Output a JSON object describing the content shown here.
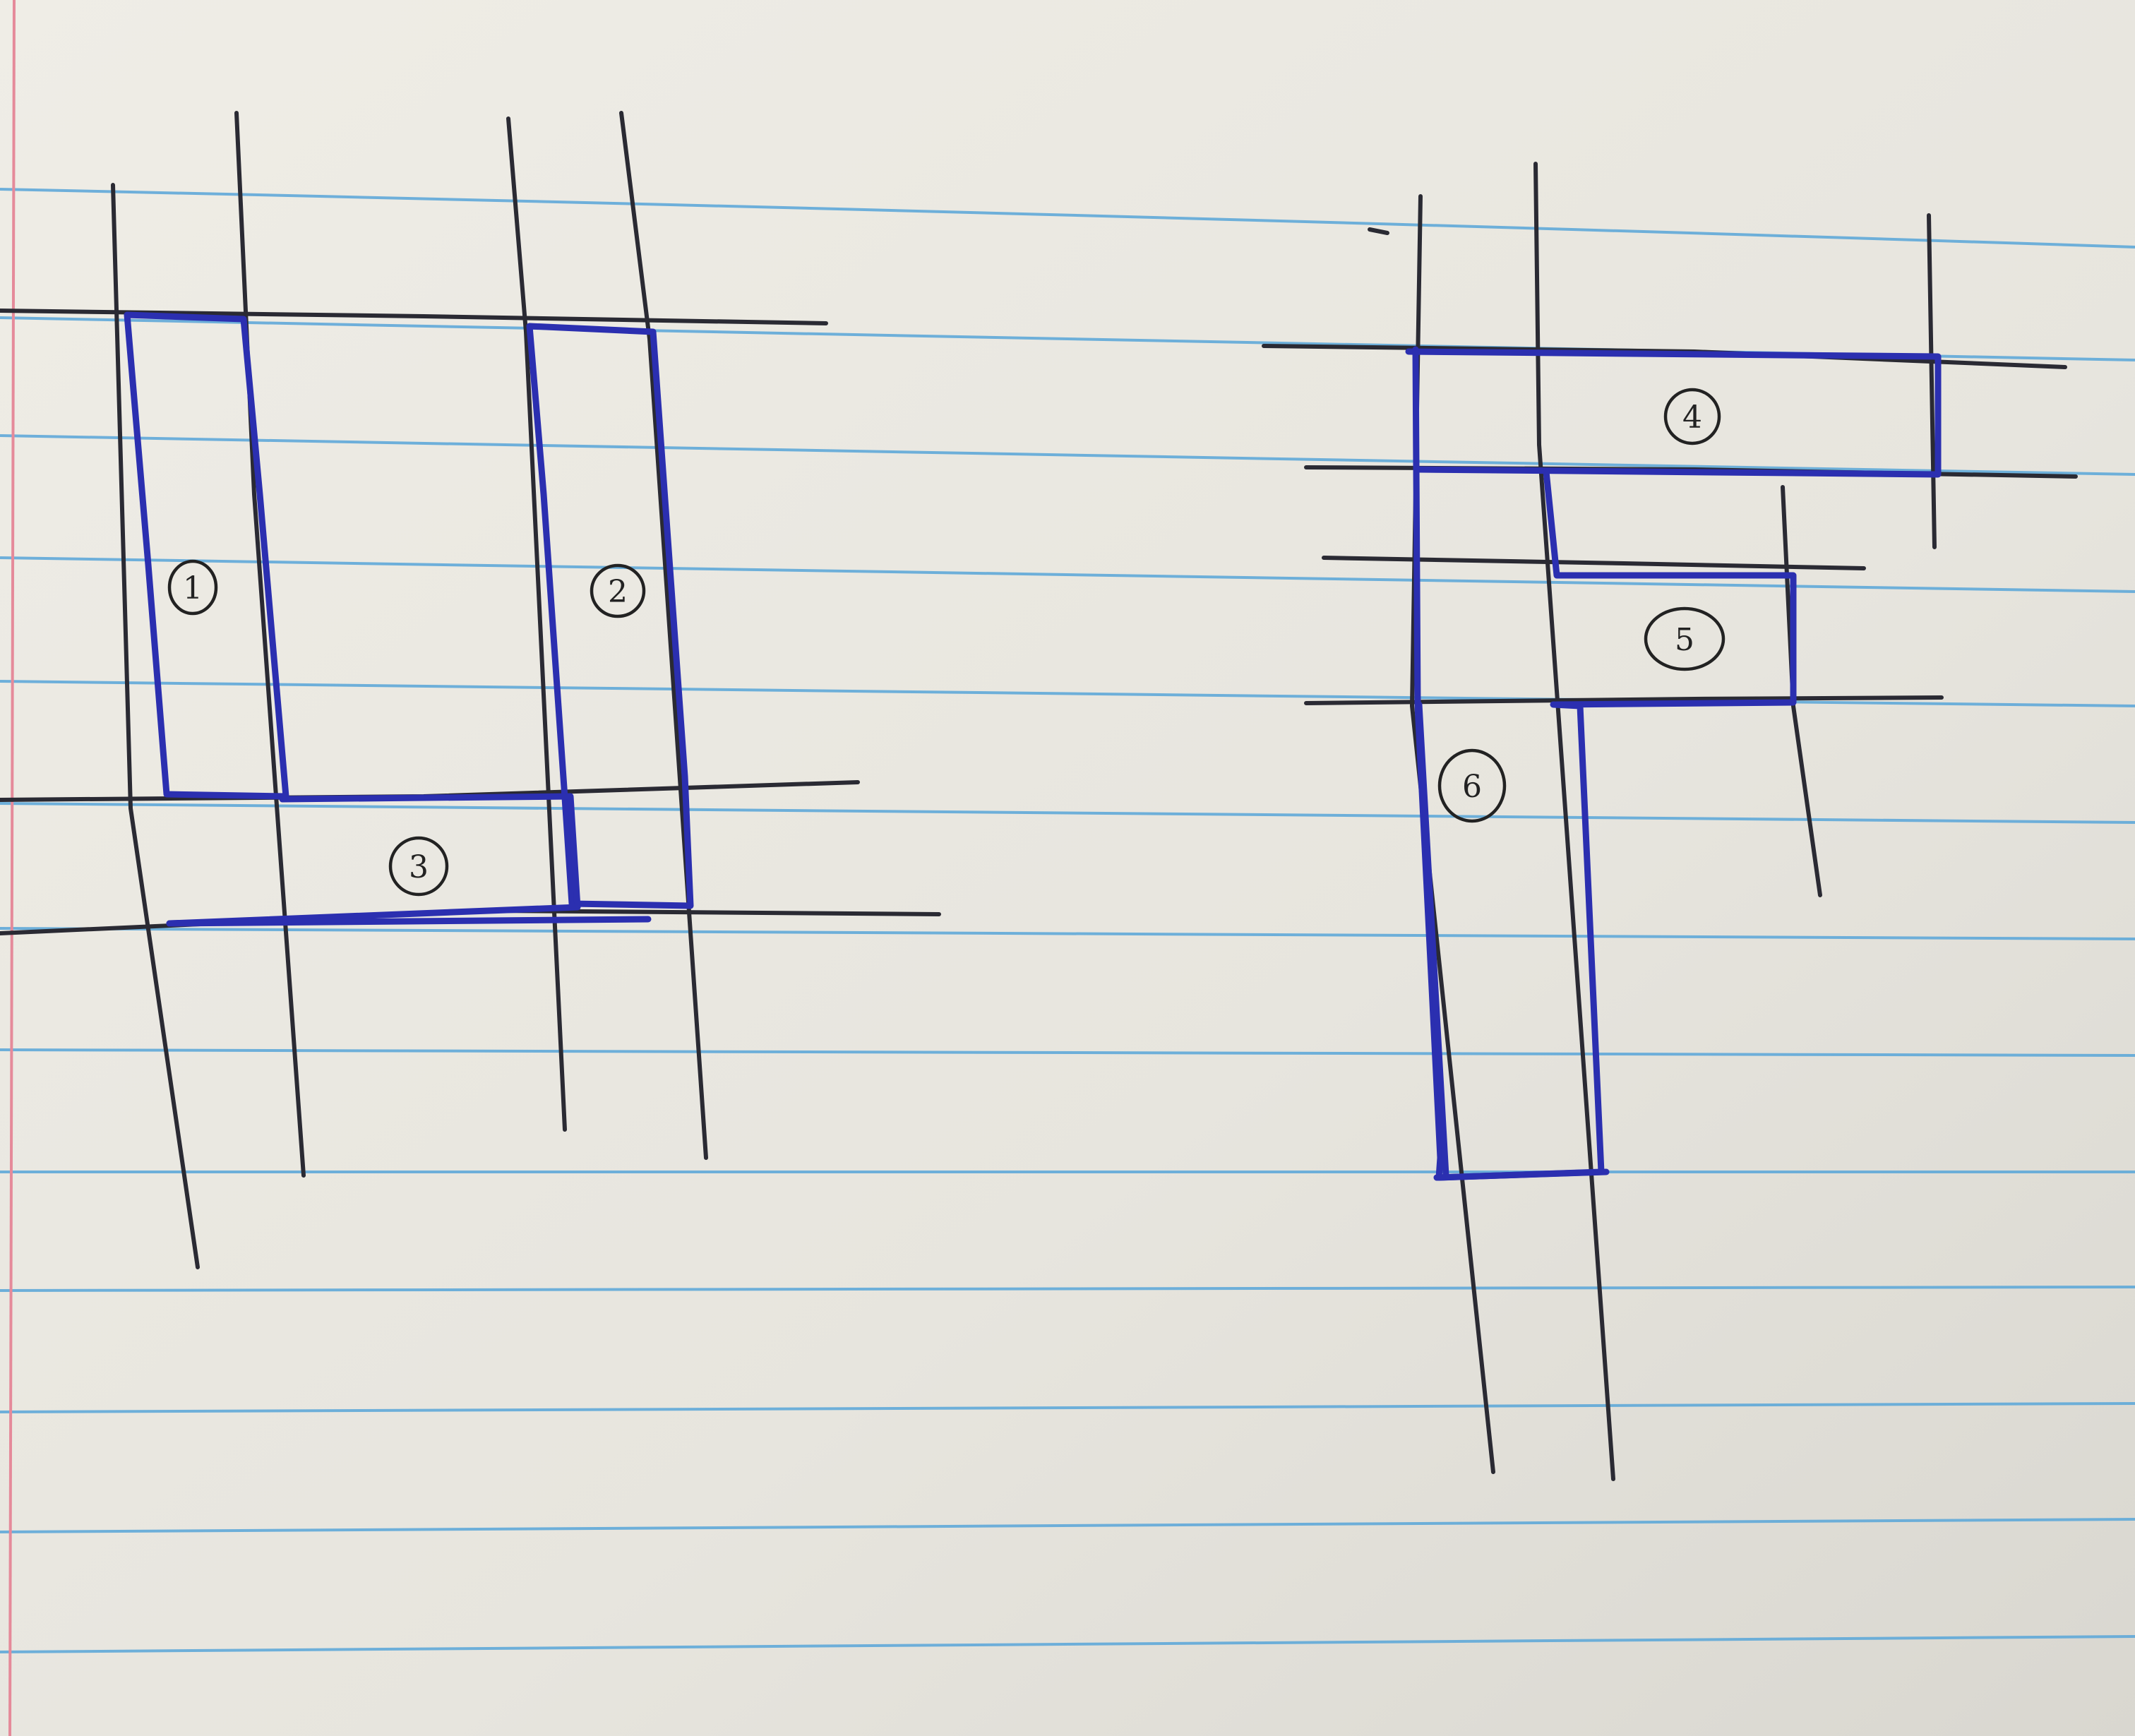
{
  "colors": {
    "paper": "#ebe9e2",
    "ruled_line": "#5fa8d8",
    "margin_line": "#e58a9a",
    "black_ink": "#2a2a33",
    "blue_ink": "#2b2fb0"
  },
  "regions": [
    {
      "id": "region-1",
      "label": "1",
      "ink": "blue"
    },
    {
      "id": "region-2",
      "label": "2",
      "ink": "blue"
    },
    {
      "id": "region-3",
      "label": "3",
      "ink": "blue"
    },
    {
      "id": "region-4",
      "label": "4",
      "ink": "blue"
    },
    {
      "id": "region-5",
      "label": "5",
      "ink": "blue"
    },
    {
      "id": "region-6",
      "label": "6",
      "ink": "blue"
    }
  ]
}
